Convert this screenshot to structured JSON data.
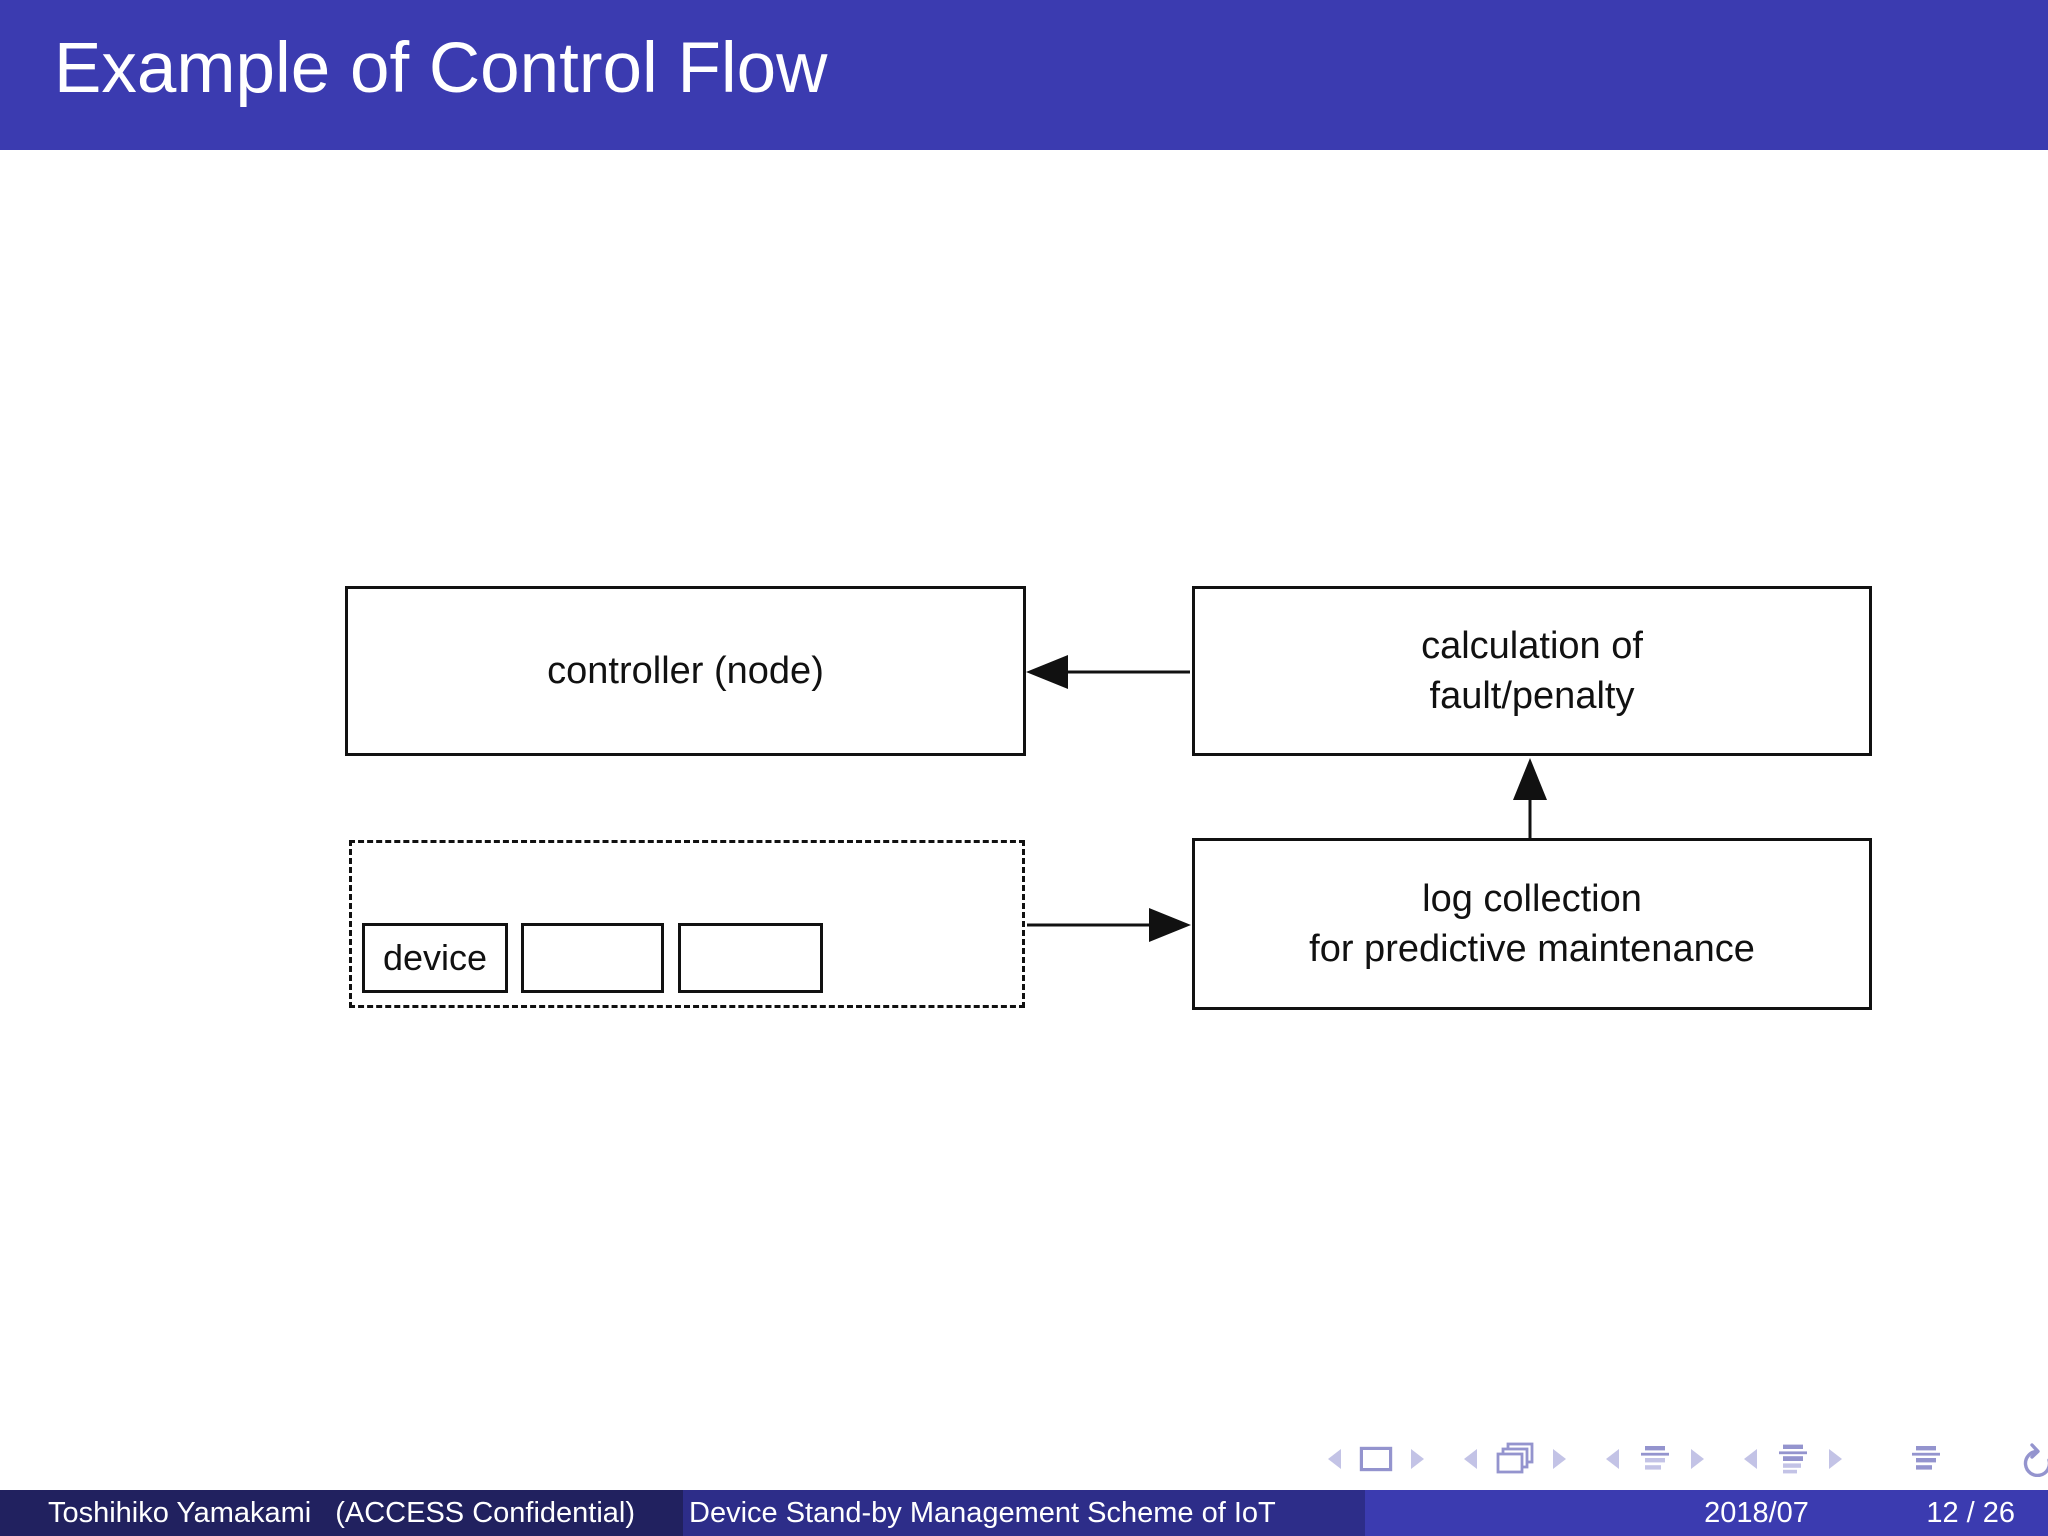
{
  "header": {
    "title": "Example of Control Flow",
    "bar_color": "#3B3BB0"
  },
  "diagram": {
    "controller": {
      "label": "controller (node)"
    },
    "calculation": {
      "line1": "calculation of",
      "line2": "fault/penalty"
    },
    "log": {
      "line1": "log collection",
      "line2": "for predictive maintenance"
    },
    "device_group": {
      "device_label": "device"
    }
  },
  "nav": {
    "icons": [
      "slide-back",
      "slide",
      "slide-forward",
      "frame-back",
      "frames",
      "frame-forward",
      "subsection-back",
      "subsection",
      "subsection-forward",
      "section-back",
      "section",
      "section-forward",
      "appendix",
      "undo",
      "search",
      "redo"
    ],
    "icon_color": "#9494CE",
    "icon_color_pale": "#C3C3E6"
  },
  "footer": {
    "author": "Toshihiko Yamakami",
    "confidential": "(ACCESS Confidential)",
    "deck_title": "Device Stand-by Management Scheme of IoT",
    "date": "2018/07",
    "page": "12 / 26",
    "author_bg": "#21215F",
    "title_bg": "#2D2D89",
    "date_bg": "#3B3BB0"
  }
}
